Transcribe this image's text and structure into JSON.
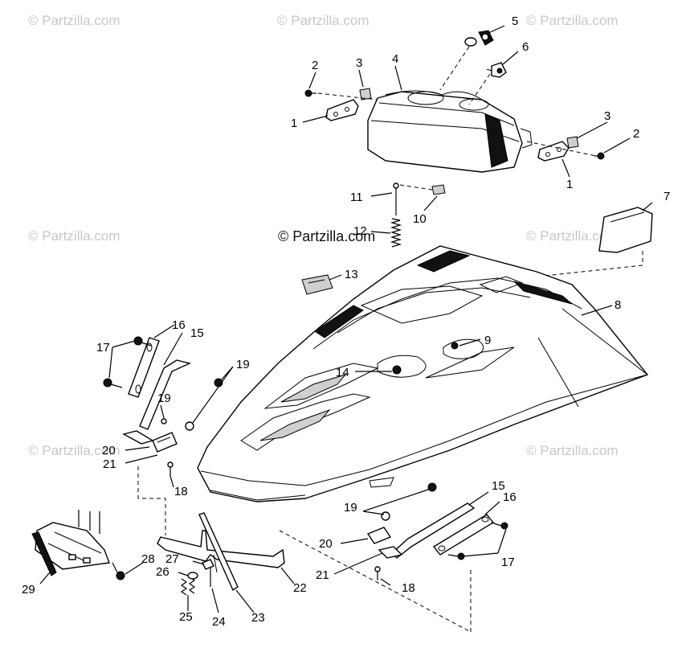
{
  "watermarks": {
    "small": "© Partzilla.com",
    "center": "© Partzilla.com"
  },
  "callouts": {
    "c1a": "1",
    "c1b": "1",
    "c2a": "2",
    "c2b": "2",
    "c3a": "3",
    "c3b": "3",
    "c4": "4",
    "c5": "5",
    "c6": "6",
    "c7": "7",
    "c8": "8",
    "c9": "9",
    "c10": "10",
    "c11": "11",
    "c12": "12",
    "c13": "13",
    "c14": "14",
    "c15a": "15",
    "c15b": "15",
    "c16a": "16",
    "c16b": "16",
    "c17a": "17",
    "c17b": "17",
    "c18a": "18",
    "c18b": "18",
    "c19a": "19",
    "c19b": "19",
    "c19c": "19",
    "c20a": "20",
    "c20b": "20",
    "c21a": "21",
    "c21b": "21",
    "c22": "22",
    "c23": "23",
    "c24": "24",
    "c25": "25",
    "c26": "26",
    "c27": "27",
    "c28": "28",
    "c29": "29"
  }
}
